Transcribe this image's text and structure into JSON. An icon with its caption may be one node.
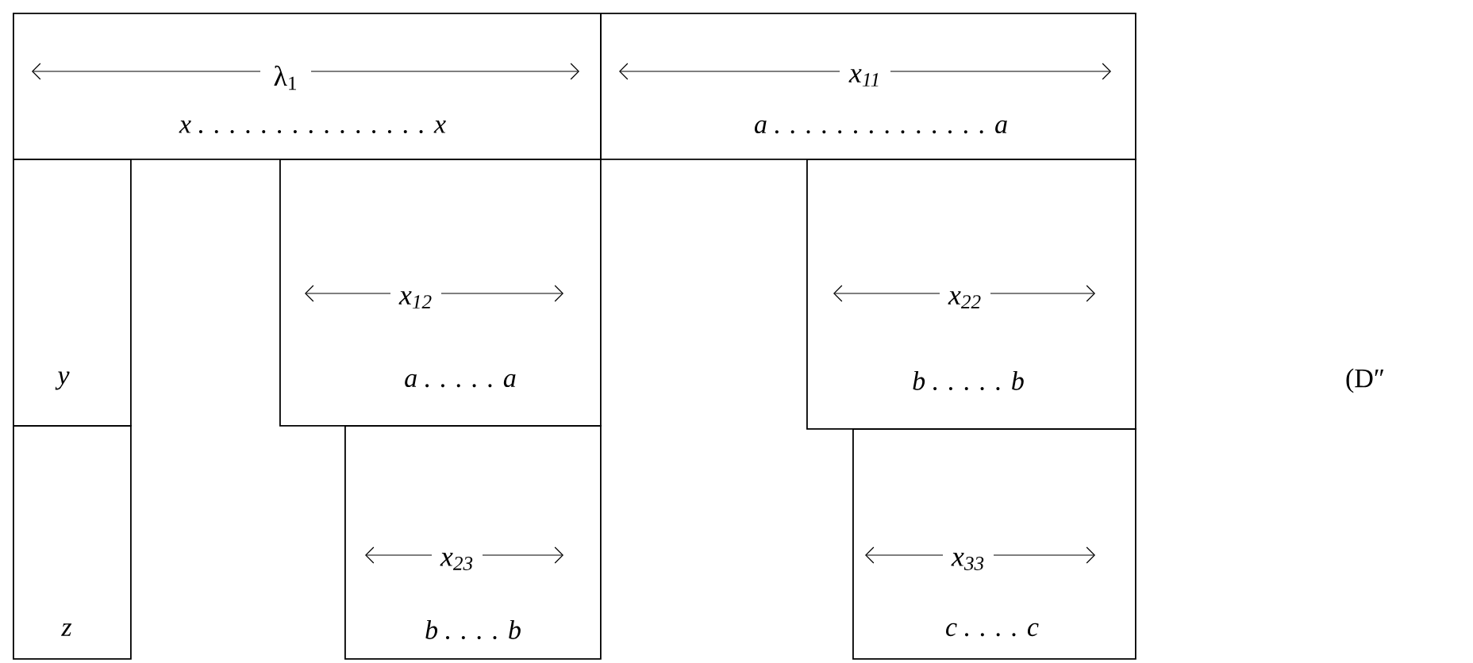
{
  "diagram": {
    "nodes": [
      {
        "text": [
          "λ$_{1}$",
          "x . . . . . . . . . . . . . . . x"
        ]
      },
      {
        "text": [
          "x$_{11}$",
          "a . . . . . . . . . . . . . . a"
        ]
      },
      {
        "text": [
          "y"
        ]
      },
      {
        "text": [
          "x$_{12}$",
          "a . . . . . a"
        ]
      },
      {
        "text": [
          "x$_{22}$",
          "b . . . . . b"
        ]
      },
      {
        "text": [
          "z"
        ]
      },
      {
        "text": [
          "x$_{23}$",
          "b . . . . b"
        ]
      },
      {
        "text": [
          "x$_{33}$",
          "c . . . . c"
        ]
      }
    ],
    "labels": [
      "(D″"
    ]
  }
}
